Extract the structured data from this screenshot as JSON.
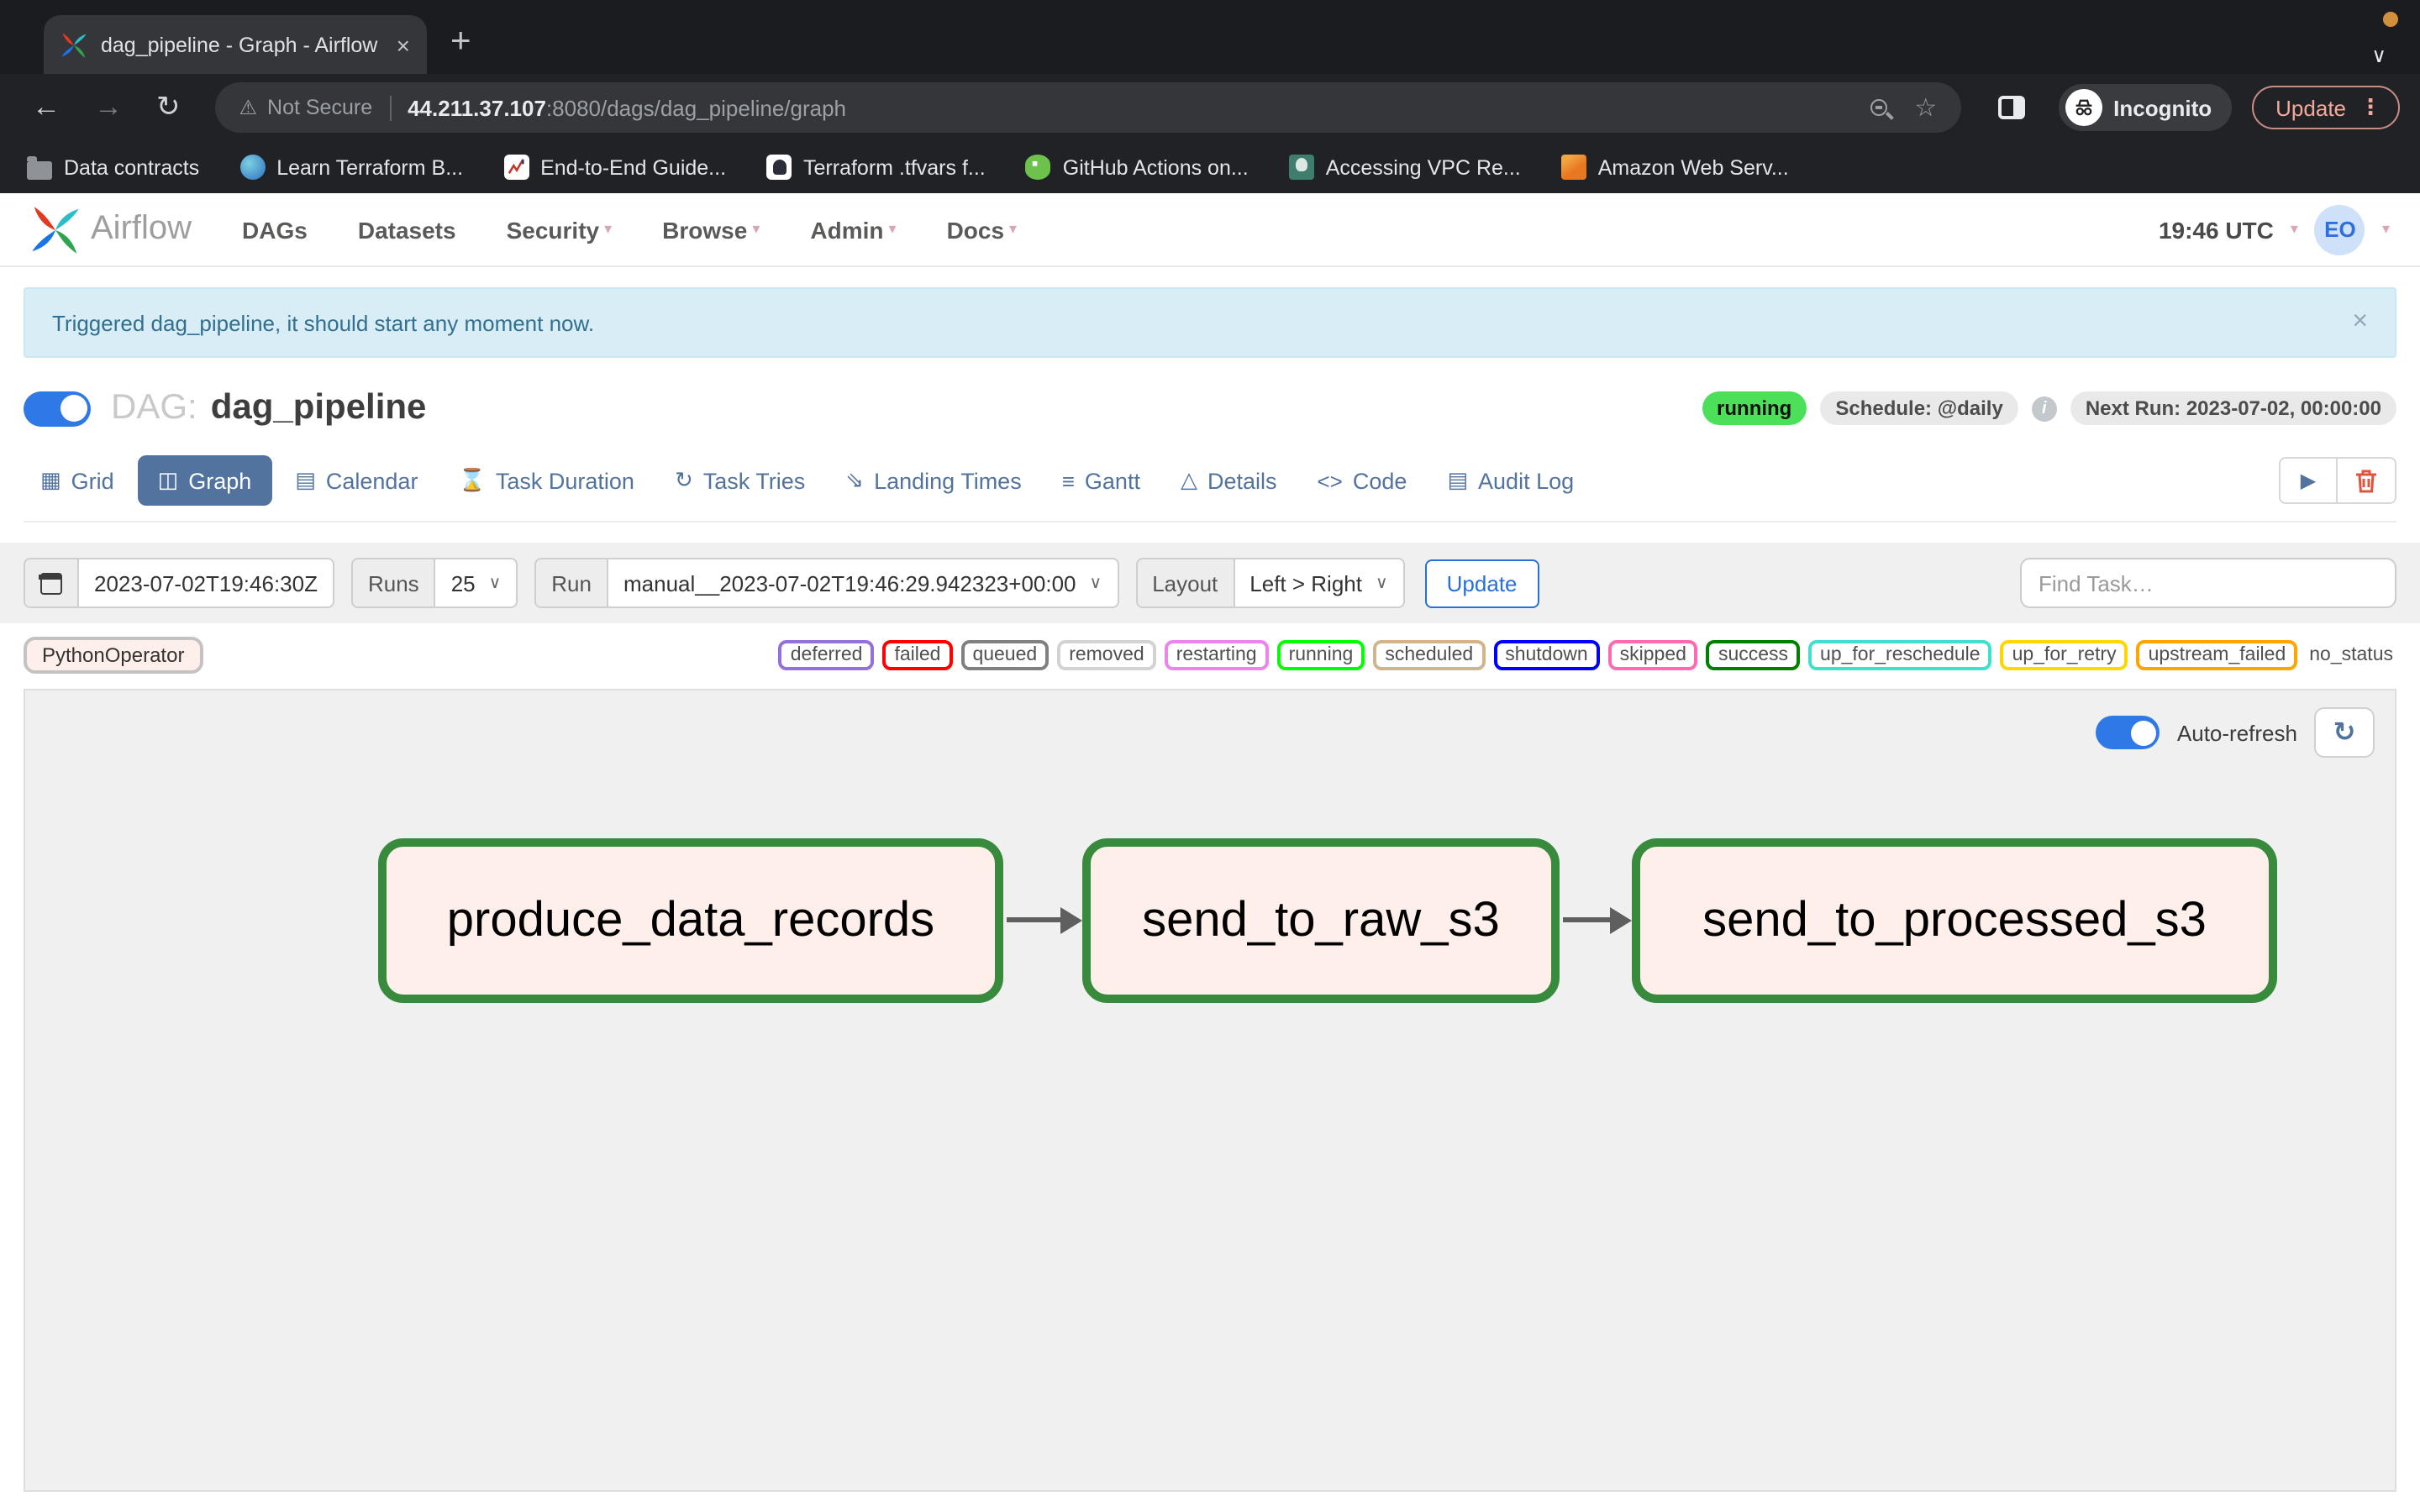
{
  "chrome": {
    "tab": {
      "title": "dag_pipeline - Graph - Airflow",
      "close": "×",
      "new_tab": "+",
      "chevron": "∨"
    },
    "address": {
      "back": "←",
      "forward": "→",
      "reload": "↻",
      "warning": "⚠",
      "security": "Not Secure",
      "host": "44.211.37.107",
      "path": ":8080/dags/dag_pipeline/graph",
      "star": "☆"
    },
    "incognito_label": "Incognito",
    "update_label": "Update",
    "menu": "⋮",
    "bookmarks": [
      {
        "label": "Data contracts"
      },
      {
        "label": "Learn Terraform B..."
      },
      {
        "label": "End-to-End Guide..."
      },
      {
        "label": "Terraform .tfvars f..."
      },
      {
        "label": "GitHub Actions on..."
      },
      {
        "label": "Accessing VPC Re..."
      },
      {
        "label": "Amazon Web Serv..."
      }
    ]
  },
  "navbar": {
    "brand": "Airflow",
    "items": [
      {
        "label": "DAGs"
      },
      {
        "label": "Datasets"
      },
      {
        "label": "Security",
        "caret": "▾"
      },
      {
        "label": "Browse",
        "caret": "▾"
      },
      {
        "label": "Admin",
        "caret": "▾"
      },
      {
        "label": "Docs",
        "caret": "▾"
      }
    ],
    "clock": "19:46 UTC",
    "clock_caret": "▾",
    "avatar": "EO",
    "avatar_caret": "▾"
  },
  "alert": {
    "message": "Triggered dag_pipeline, it should start any moment now.",
    "close": "×"
  },
  "dag": {
    "label": "DAG:",
    "name": "dag_pipeline",
    "state": "running",
    "state_color": "#4ce05a",
    "schedule": "Schedule: @daily",
    "info": "i",
    "next_run": "Next Run: 2023-07-02, 00:00:00"
  },
  "view_tabs": [
    {
      "icon": "▦",
      "label": "Grid"
    },
    {
      "icon": "◫",
      "label": "Graph"
    },
    {
      "icon": "▤",
      "label": "Calendar"
    },
    {
      "icon": "⌛",
      "label": "Task Duration"
    },
    {
      "icon": "↻",
      "label": "Task Tries"
    },
    {
      "icon": "⇘",
      "label": "Landing Times"
    },
    {
      "icon": "≡",
      "label": "Gantt"
    },
    {
      "icon": "△",
      "label": "Details"
    },
    {
      "icon": "<>",
      "label": "Code"
    },
    {
      "icon": "▤",
      "label": "Audit Log"
    }
  ],
  "tab_actions": {
    "play": "▶"
  },
  "controls": {
    "date_value": "2023-07-02T19:46:30Z",
    "runs_label": "Runs",
    "runs_value": "25",
    "run_label": "Run",
    "run_value": "manual__2023-07-02T19:46:29.942323+00:00",
    "layout_label": "Layout",
    "layout_value": "Left > Right",
    "chevron": "∨",
    "update_label": "Update",
    "find_task_placeholder": "Find Task…"
  },
  "legend": {
    "operator": "PythonOperator",
    "statuses": [
      {
        "label": "deferred",
        "color": "#9370db"
      },
      {
        "label": "failed",
        "color": "#ff0000"
      },
      {
        "label": "queued",
        "color": "#808080"
      },
      {
        "label": "removed",
        "color": "#d3d3d3"
      },
      {
        "label": "restarting",
        "color": "#ee82ee"
      },
      {
        "label": "running",
        "color": "#00ff00"
      },
      {
        "label": "scheduled",
        "color": "#d2b48c"
      },
      {
        "label": "shutdown",
        "color": "#0000ff"
      },
      {
        "label": "skipped",
        "color": "#ff69b4"
      },
      {
        "label": "success",
        "color": "#008000"
      },
      {
        "label": "up_for_reschedule",
        "color": "#40e0d0"
      },
      {
        "label": "up_for_retry",
        "color": "#ffd700"
      },
      {
        "label": "upstream_failed",
        "color": "#ffa500"
      }
    ],
    "no_status": "no_status"
  },
  "graph": {
    "auto_refresh_label": "Auto-refresh",
    "refresh_icon": "↻",
    "node_border": "#388a3c",
    "node_fill": "#ffefeb",
    "nodes": [
      {
        "label": "produce_data_records"
      },
      {
        "label": "send_to_raw_s3"
      },
      {
        "label": "send_to_processed_s3"
      }
    ]
  }
}
